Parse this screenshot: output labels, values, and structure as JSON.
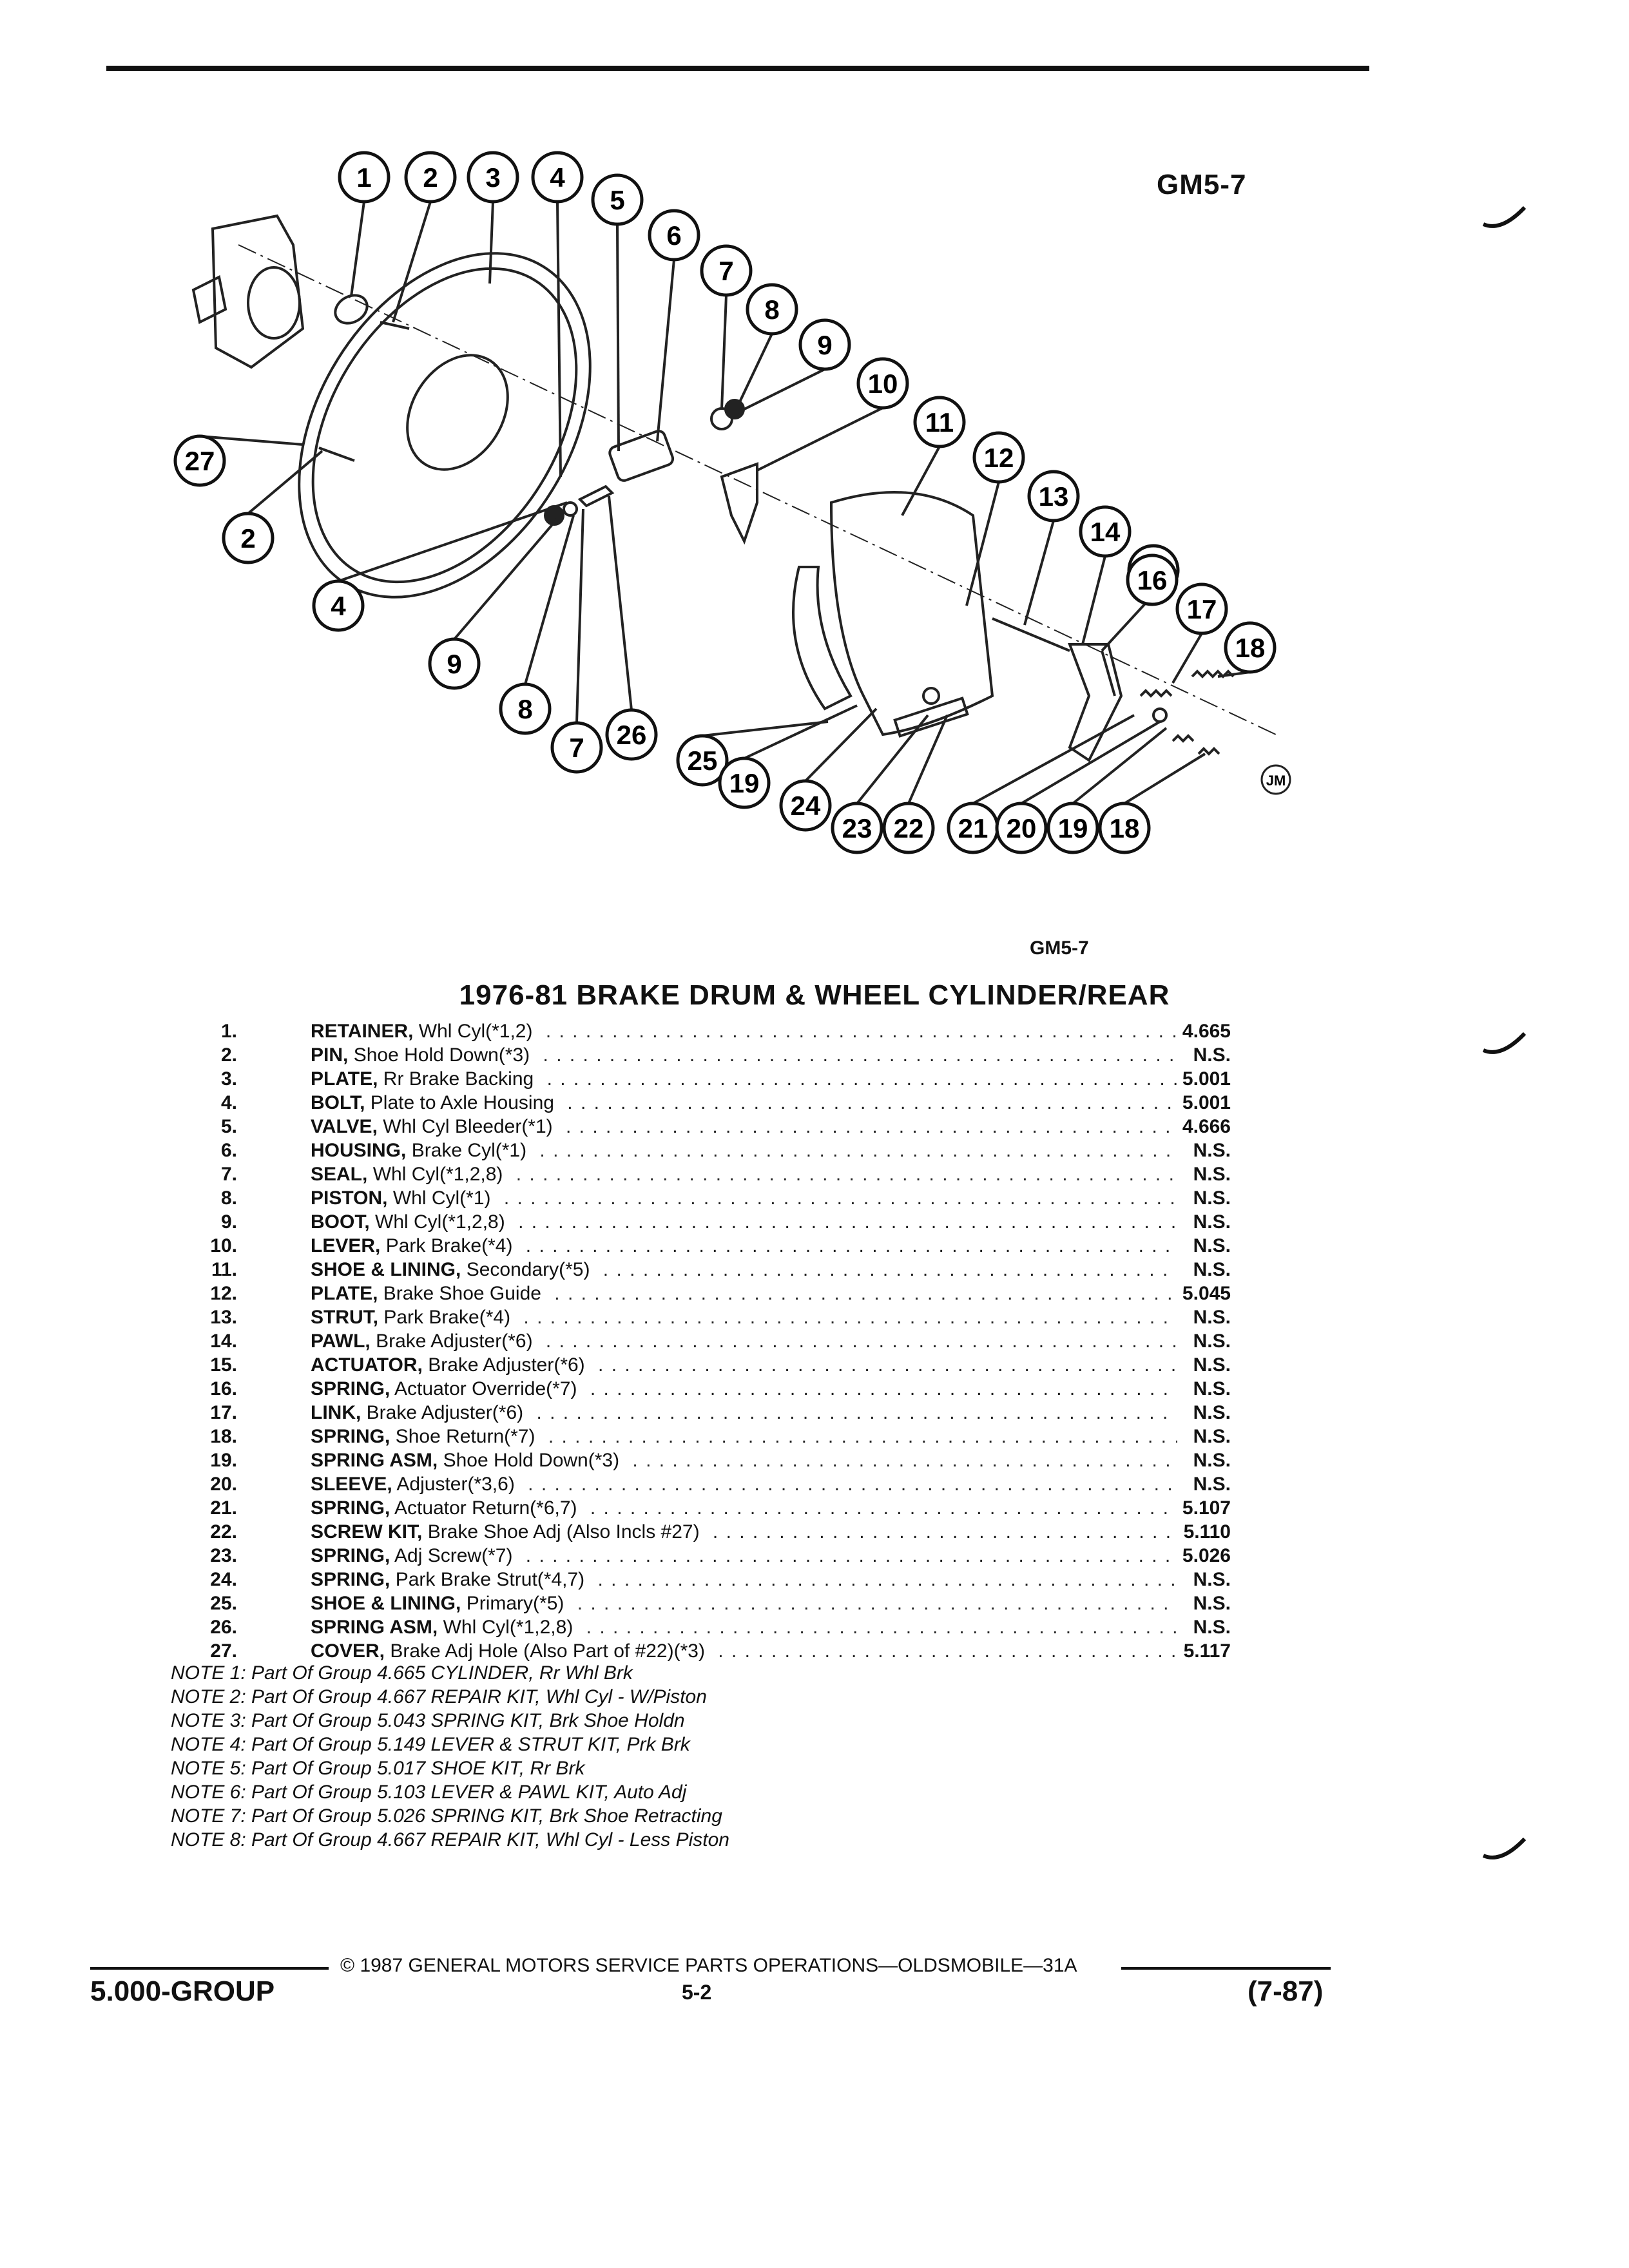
{
  "diagram": {
    "code_top": "GM5-7",
    "code_bottom": "GM5-7",
    "artist_mark": "JM",
    "callouts": [
      "1",
      "2",
      "3",
      "4",
      "5",
      "6",
      "7",
      "8",
      "9",
      "10",
      "11",
      "12",
      "13",
      "14",
      "15",
      "16",
      "17",
      "18",
      "27",
      "2",
      "4",
      "9",
      "8",
      "7",
      "26",
      "25",
      "19",
      "24",
      "23",
      "22",
      "21",
      "20",
      "19",
      "18"
    ]
  },
  "title": "1976-81 BRAKE DRUM & WHEEL CYLINDER/REAR",
  "parts": [
    {
      "num": "1.",
      "name": "RETAINER,",
      "desc": "Whl Cyl(*1,2)",
      "group": "4.665"
    },
    {
      "num": "2.",
      "name": "PIN,",
      "desc": "Shoe Hold Down(*3)",
      "group": "N.S."
    },
    {
      "num": "3.",
      "name": "PLATE,",
      "desc": "Rr Brake Backing",
      "group": "5.001"
    },
    {
      "num": "4.",
      "name": "BOLT,",
      "desc": "Plate to Axle Housing",
      "group": "5.001"
    },
    {
      "num": "5.",
      "name": "VALVE,",
      "desc": "Whl Cyl Bleeder(*1)",
      "group": "4.666"
    },
    {
      "num": "6.",
      "name": "HOUSING,",
      "desc": "Brake Cyl(*1)",
      "group": "N.S."
    },
    {
      "num": "7.",
      "name": "SEAL,",
      "desc": "Whl Cyl(*1,2,8)",
      "group": "N.S."
    },
    {
      "num": "8.",
      "name": "PISTON,",
      "desc": "Whl Cyl(*1)",
      "group": "N.S."
    },
    {
      "num": "9.",
      "name": "BOOT,",
      "desc": "Whl Cyl(*1,2,8)",
      "group": "N.S."
    },
    {
      "num": "10.",
      "name": "LEVER,",
      "desc": "Park Brake(*4)",
      "group": "N.S."
    },
    {
      "num": "11.",
      "name": "SHOE & LINING,",
      "desc": "Secondary(*5)",
      "group": "N.S."
    },
    {
      "num": "12.",
      "name": "PLATE,",
      "desc": "Brake Shoe Guide",
      "group": "5.045"
    },
    {
      "num": "13.",
      "name": "STRUT,",
      "desc": "Park Brake(*4)",
      "group": "N.S."
    },
    {
      "num": "14.",
      "name": "PAWL,",
      "desc": "Brake Adjuster(*6)",
      "group": "N.S."
    },
    {
      "num": "15.",
      "name": "ACTUATOR,",
      "desc": "Brake Adjuster(*6)",
      "group": "N.S."
    },
    {
      "num": "16.",
      "name": "SPRING,",
      "desc": "Actuator Override(*7)",
      "group": "N.S."
    },
    {
      "num": "17.",
      "name": "LINK,",
      "desc": "Brake Adjuster(*6)",
      "group": "N.S."
    },
    {
      "num": "18.",
      "name": "SPRING,",
      "desc": "Shoe Return(*7)",
      "group": "N.S."
    },
    {
      "num": "19.",
      "name": "SPRING ASM,",
      "desc": "Shoe Hold Down(*3)",
      "group": "N.S."
    },
    {
      "num": "20.",
      "name": "SLEEVE,",
      "desc": "Adjuster(*3,6)",
      "group": "N.S."
    },
    {
      "num": "21.",
      "name": "SPRING,",
      "desc": "Actuator Return(*6,7)",
      "group": "5.107"
    },
    {
      "num": "22.",
      "name": "SCREW KIT,",
      "desc": "Brake Shoe Adj (Also Incls #27)",
      "group": "5.110"
    },
    {
      "num": "23.",
      "name": "SPRING,",
      "desc": "Adj Screw(*7)",
      "group": "5.026"
    },
    {
      "num": "24.",
      "name": "SPRING,",
      "desc": "Park Brake Strut(*4,7)",
      "group": "N.S."
    },
    {
      "num": "25.",
      "name": "SHOE & LINING,",
      "desc": "Primary(*5)",
      "group": "N.S."
    },
    {
      "num": "26.",
      "name": "SPRING ASM,",
      "desc": "Whl Cyl(*1,2,8)",
      "group": "N.S."
    },
    {
      "num": "27.",
      "name": "COVER,",
      "desc": "Brake Adj Hole (Also Part of #22)(*3)",
      "group": "5.117"
    }
  ],
  "notes": [
    "NOTE 1: Part Of Group 4.665 CYLINDER, Rr Whl Brk",
    "NOTE 2: Part Of Group 4.667 REPAIR KIT, Whl Cyl - W/Piston",
    "NOTE 3: Part Of Group 5.043 SPRING KIT, Brk Shoe Holdn",
    "NOTE 4: Part Of Group 5.149 LEVER & STRUT KIT, Prk Brk",
    "NOTE 5: Part Of Group 5.017 SHOE KIT, Rr Brk",
    "NOTE 6: Part Of Group 5.103 LEVER & PAWL KIT, Auto Adj",
    "NOTE 7: Part Of Group 5.026 SPRING KIT, Brk Shoe Retracting",
    "NOTE 8: Part Of Group 4.667 REPAIR KIT, Whl Cyl - Less Piston"
  ],
  "footer": {
    "copyright": "© 1987 GENERAL MOTORS SERVICE PARTS OPERATIONS—OLDSMOBILE—31A",
    "left": "5.000-GROUP",
    "center": "5-2",
    "right": "(7-87)"
  }
}
